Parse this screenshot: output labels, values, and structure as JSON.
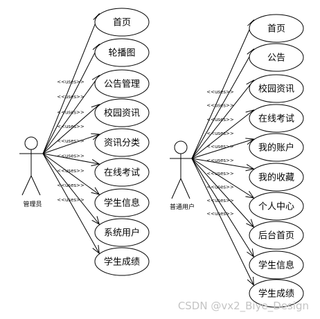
{
  "diagram": {
    "relation_label": "<<uses>>",
    "watermark": "CSDN @vx2_Biye_Design",
    "admin": {
      "name": "管理员",
      "use_cases": [
        "首页",
        "轮播图",
        "公告管理",
        "校园资讯",
        "资讯分类",
        "在线考试",
        "学生信息",
        "系统用户",
        "学生成绩"
      ]
    },
    "user": {
      "name": "普通用户",
      "use_cases": [
        "首页",
        "公告",
        "校园资讯",
        "在线考试",
        "我的账户",
        "我的收藏",
        "个人中心",
        "后台首页",
        "学生信息",
        "学生成绩"
      ]
    }
  }
}
